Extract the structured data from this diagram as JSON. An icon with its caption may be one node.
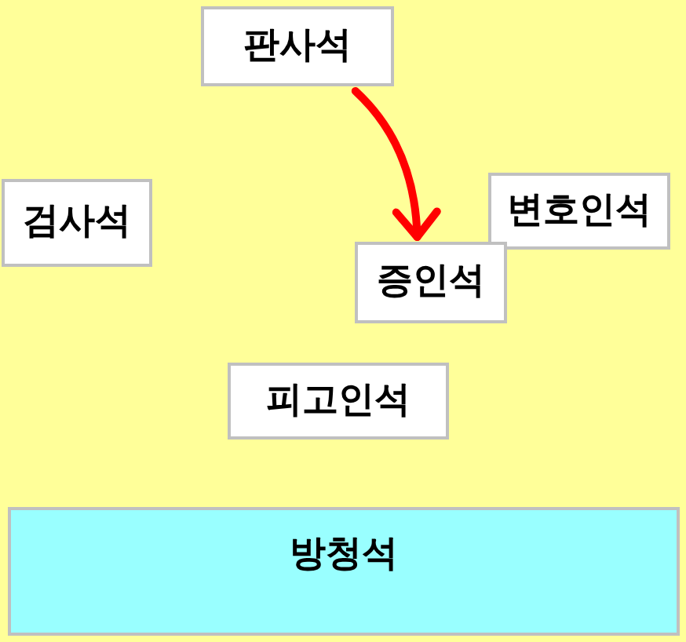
{
  "diagram": {
    "nodes": [
      {
        "text": [
          "판사석"
        ]
      },
      {
        "text": [
          "검사석"
        ]
      },
      {
        "text": [
          "변호인석"
        ]
      },
      {
        "text": [
          "증인석"
        ]
      },
      {
        "text": [
          "피고인석"
        ]
      },
      {
        "text": [
          "방청석"
        ]
      }
    ],
    "edges": [
      {
        "from": 0,
        "to": 3,
        "arrow": "to",
        "color": "#ff0000"
      }
    ]
  }
}
